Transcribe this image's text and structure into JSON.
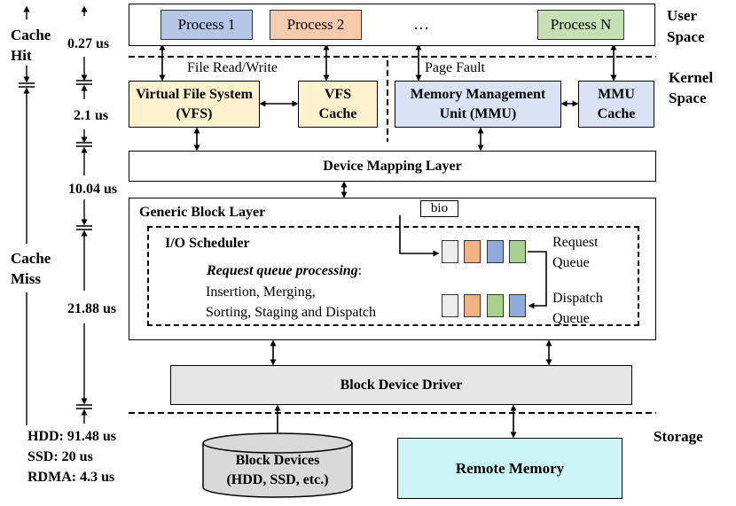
{
  "user_space": {
    "label_line1": "User",
    "label_line2": "Space",
    "processes": [
      {
        "label": "Process 1",
        "color": "#b4c7e7"
      },
      {
        "label": "Process 2",
        "color": "#f8cbad"
      },
      {
        "label": "Process N",
        "color": "#c5e0b4"
      }
    ],
    "ellipsis": "…"
  },
  "kernel_space": {
    "label_line1": "Kernel",
    "label_line2": "Space",
    "file_rw_label": "File Read/Write",
    "page_fault_label": "Page Fault",
    "vfs": {
      "line1": "Virtual File System",
      "line2": "(VFS)",
      "color": "#fff2cc"
    },
    "vfs_cache": {
      "line1": "VFS",
      "line2": "Cache",
      "color": "#fff2cc"
    },
    "mmu": {
      "line1": "Memory Management",
      "line2": "Unit (MMU)",
      "color": "#dae3f3"
    },
    "mmu_cache": {
      "line1": "MMU",
      "line2": "Cache",
      "color": "#dae3f3"
    },
    "device_mapping_layer": "Device Mapping Layer",
    "generic_block_layer": "Generic Block Layer",
    "bio_label": "bio",
    "io_scheduler": {
      "title": "I/O Scheduler",
      "processing_title": "Request queue processing",
      "processing_colon": ":",
      "line1": "Insertion, Merging,",
      "line2": "Sorting, Staging and Dispatch"
    },
    "request_queue": {
      "line1": "Request",
      "line2": "Queue",
      "colors": [
        "#ededed",
        "#f4b183",
        "#8faadc",
        "#a9d18e"
      ]
    },
    "dispatch_queue": {
      "line1": "Dispatch",
      "line2": "Queue",
      "colors": [
        "#ededed",
        "#f4b183",
        "#a9d18e",
        "#8faadc"
      ]
    },
    "block_device_driver": "Block Device Driver",
    "driver_color": "#e7e6e6"
  },
  "storage": {
    "label": "Storage",
    "block_devices": {
      "line1": "Block Devices",
      "line2": "(HDD, SSD, etc.)",
      "color": "#d9d9d9"
    },
    "remote_memory": {
      "label": "Remote Memory",
      "color": "#ccf5f5"
    }
  },
  "latency": {
    "cache_hit_line1": "Cache",
    "cache_hit_line2": "Hit",
    "cache_miss_line1": "Cache",
    "cache_miss_line2": "Miss",
    "t_user": "0.27 us",
    "t_vfs": "2.1 us",
    "t_mapping": "10.04 us",
    "t_block": "21.88 us",
    "t_hdd": "HDD: 91.48 us",
    "t_ssd": "SSD: 20 us",
    "t_rdma": "RDMA: 4.3 us"
  }
}
